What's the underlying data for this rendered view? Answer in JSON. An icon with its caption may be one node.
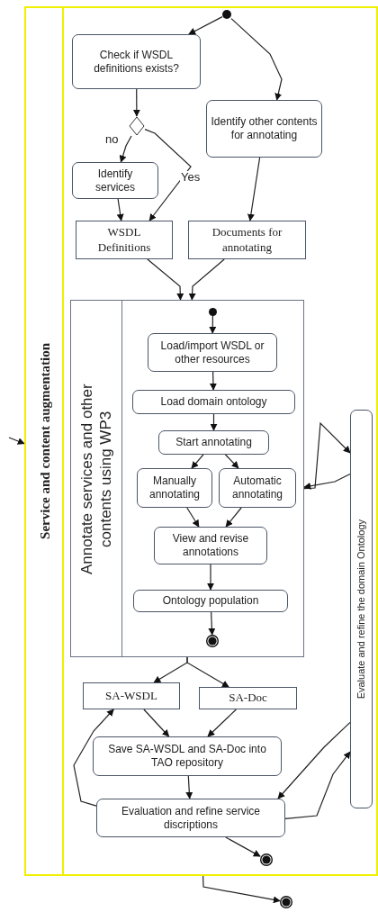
{
  "diagram": {
    "nodes": [
      {
        "text": [
          "Service and content augmentation"
        ]
      },
      {
        "text": [],
        "shape": "circle",
        "in": 0
      },
      {
        "text": [
          "Check if WSDL definitions exists?"
        ],
        "in": 0
      },
      {
        "text": [],
        "shape": "diamond",
        "in": 0
      },
      {
        "text": [
          "Identify other contents for annotating"
        ],
        "in": 0
      },
      {
        "text": [
          "Identify services"
        ],
        "in": 0
      },
      {
        "text": [
          "WSDL Definitions"
        ],
        "in": 0
      },
      {
        "text": [
          "Documents for annotating"
        ],
        "in": 0
      },
      {
        "text": [
          "Annotate services and other contents using WP3"
        ],
        "in": 0
      },
      {
        "text": [],
        "shape": "circle",
        "in": 8
      },
      {
        "text": [
          "Load/import WSDL or other resources"
        ],
        "in": 8
      },
      {
        "text": [
          "Load domain ontology"
        ],
        "in": 8
      },
      {
        "text": [
          "Start annotating"
        ],
        "in": 8
      },
      {
        "text": [
          "Manually annotating"
        ],
        "in": 8
      },
      {
        "text": [
          "Automatic annotating"
        ],
        "in": 8
      },
      {
        "text": [
          "View and revise annotations"
        ],
        "in": 8
      },
      {
        "text": [
          "Ontology population"
        ],
        "in": 8
      },
      {
        "text": [],
        "shape": "circle",
        "in": 8
      },
      {
        "text": [
          "SA-WSDL"
        ],
        "in": 0
      },
      {
        "text": [
          "SA-Doc"
        ],
        "in": 0
      },
      {
        "text": [
          "Save SA-WSDL and SA-Doc into TAO repository"
        ],
        "in": 0
      },
      {
        "text": [
          "Evaluation and refine service discriptions"
        ],
        "in": 0
      },
      {
        "text": [],
        "shape": "circle",
        "in": 0
      },
      {
        "text": [
          "Evaluate and refine the domain Ontology"
        ],
        "in": 0
      },
      {
        "text": [],
        "shape": "circle"
      }
    ],
    "edges": [
      {
        "from": 1,
        "to": 2,
        "arrow": "to"
      },
      {
        "from": 1,
        "to": 4,
        "arrow": "to"
      },
      {
        "from": 2,
        "to": 3,
        "arrow": "to"
      },
      {
        "from": 3,
        "to": 5,
        "arrow": "to",
        "label": "no"
      },
      {
        "from": 3,
        "to": 6,
        "arrow": "to",
        "label": "Yes"
      },
      {
        "from": 5,
        "to": 6,
        "arrow": "to"
      },
      {
        "from": 4,
        "to": 7,
        "arrow": "to"
      },
      {
        "from": 6,
        "to": 8,
        "arrow": "to"
      },
      {
        "from": 7,
        "to": 8,
        "arrow": "to"
      },
      {
        "from": 9,
        "to": 10,
        "arrow": "to"
      },
      {
        "from": 10,
        "to": 11,
        "arrow": "to"
      },
      {
        "from": 11,
        "to": 12,
        "arrow": "to"
      },
      {
        "from": 12,
        "to": 13,
        "arrow": "to"
      },
      {
        "from": 12,
        "to": 14,
        "arrow": "to"
      },
      {
        "from": 13,
        "to": 15,
        "arrow": "to"
      },
      {
        "from": 14,
        "to": 15,
        "arrow": "to"
      },
      {
        "from": 15,
        "to": 16,
        "arrow": "to"
      },
      {
        "from": 16,
        "to": 17,
        "arrow": "to"
      },
      {
        "from": 8,
        "to": 18,
        "arrow": "to"
      },
      {
        "from": 8,
        "to": 19,
        "arrow": "to"
      },
      {
        "from": 18,
        "to": 20,
        "arrow": "to"
      },
      {
        "from": 19,
        "to": 20,
        "arrow": "to"
      },
      {
        "from": 20,
        "to": 21,
        "arrow": "to"
      },
      {
        "from": 21,
        "to": 22,
        "arrow": "to"
      },
      {
        "from": 21,
        "to": 18,
        "arrow": "to"
      },
      {
        "from": 8,
        "to": 23,
        "arrow": "to"
      },
      {
        "from": 23,
        "to": 8,
        "arrow": "to"
      },
      {
        "from": 21,
        "to": 23,
        "arrow": "to"
      },
      {
        "from": 23,
        "to": 21,
        "arrow": "to"
      },
      {
        "from": null,
        "to": 0,
        "arrow": "to"
      },
      {
        "from": 0,
        "to": 24,
        "arrow": "to"
      }
    ]
  }
}
